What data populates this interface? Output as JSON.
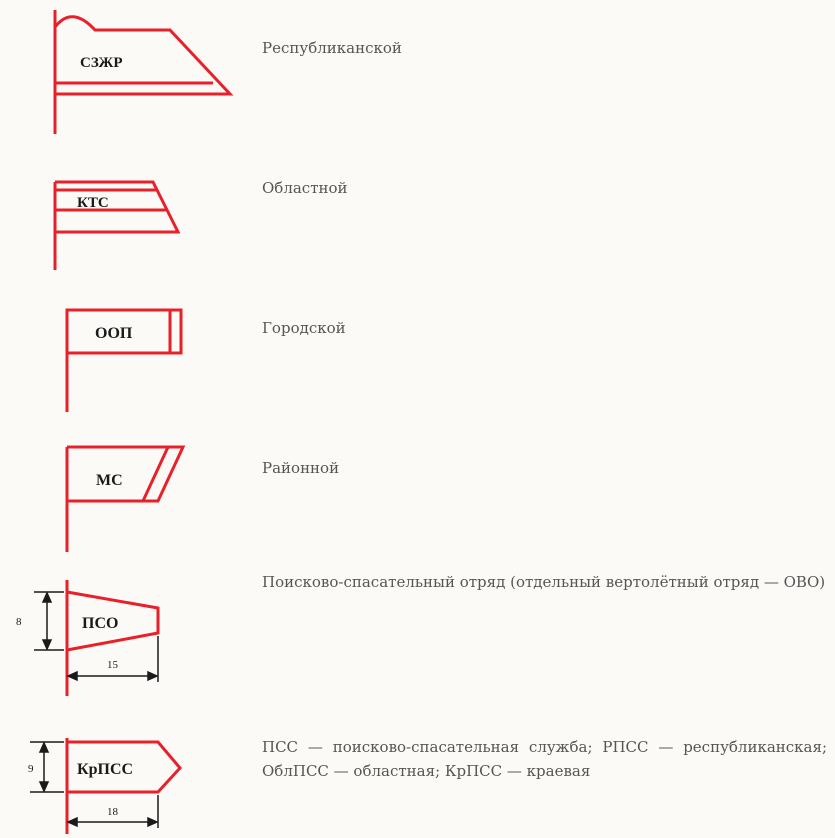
{
  "colors": {
    "flag_line": "#e8202a",
    "dim_line": "#1a1a1a",
    "text": "#555555"
  },
  "rows": [
    {
      "code": "СЗЖР",
      "description": "Республиканской"
    },
    {
      "code": "КТС",
      "description": "Областной"
    },
    {
      "code": "ООП",
      "description": "Городской"
    },
    {
      "code": "МС",
      "description": "Районной"
    },
    {
      "code": "ПСО",
      "description": "Поисково-спасательный отряд (отдельный вертолётный отряд — ОВО)",
      "dim_height": "8",
      "dim_width": "15"
    },
    {
      "code": "КрПСС",
      "description": "ПСС — поисково-спасательная служба; РПСС — республиканская; ОблПСС — областная; КрПСС — краевая",
      "dim_height": "9",
      "dim_width": "18"
    }
  ]
}
